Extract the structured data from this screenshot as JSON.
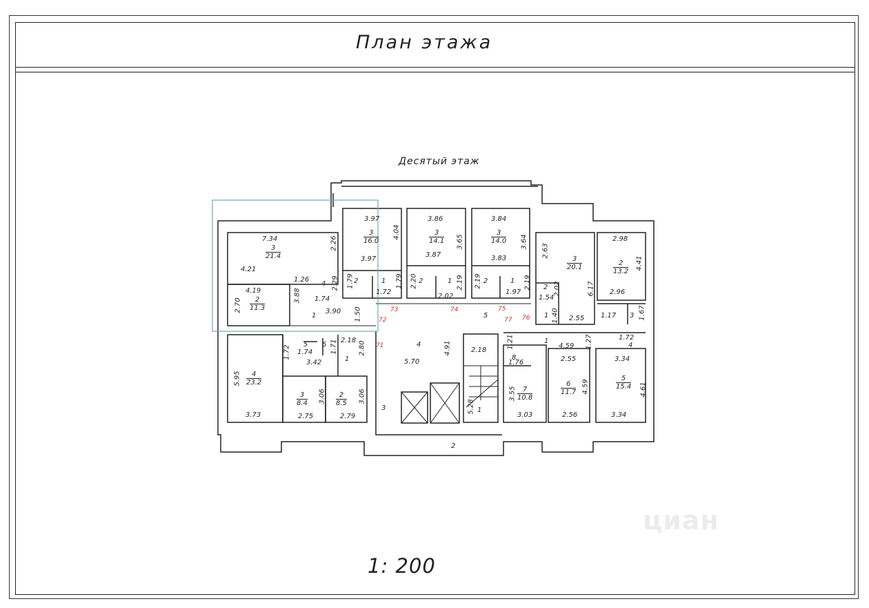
{
  "sheet": {
    "title": "План  этажа",
    "floor_label": "Десятый этаж",
    "scale": "1: 200",
    "watermark": "циан"
  },
  "colors": {
    "line": "#222222",
    "highlight": "#6aa9c2",
    "note": "#c0392b"
  },
  "rooms": [
    {
      "id": "r-nw-3",
      "num": "3",
      "area": "21.4"
    },
    {
      "id": "r-nw-2",
      "num": "2",
      "area": "11.3"
    },
    {
      "id": "r-w-4",
      "num": "4",
      "area": "23.2"
    },
    {
      "id": "r-w-3",
      "num": "3",
      "area": "8.4"
    },
    {
      "id": "r-w-2",
      "num": "2",
      "area": "8.5"
    },
    {
      "id": "r-n1",
      "num": "3",
      "area": "16.0"
    },
    {
      "id": "r-n2",
      "num": "3",
      "area": "14.1"
    },
    {
      "id": "r-n3",
      "num": "3",
      "area": "14.0"
    },
    {
      "id": "r-ne-3",
      "num": "3",
      "area": "20.1"
    },
    {
      "id": "r-ne-2",
      "num": "2",
      "area": "13.2"
    },
    {
      "id": "r-e-7",
      "num": "7",
      "area": "10.8"
    },
    {
      "id": "r-e-6",
      "num": "6",
      "area": "11.7"
    },
    {
      "id": "r-e-5",
      "num": "5",
      "area": "15.4"
    }
  ],
  "dimensions": [
    "7.34",
    "2.26",
    "4.21",
    "1.26",
    "4",
    "2.29",
    "4.19",
    "3.88",
    "1.74",
    "2.70",
    "3.90",
    "1",
    "1.50",
    "3.97",
    "4.04",
    "3.97",
    "2",
    "1",
    "1.79",
    "1.79",
    "1.72",
    "3.86",
    "3.65",
    "3.87",
    "2.20",
    "2",
    "1",
    "2.19",
    "2.02",
    "3.84",
    "3.64",
    "3.83",
    "2.19",
    "2",
    "1",
    "2.19",
    "1.97",
    "2.63",
    "6.17",
    "2",
    "2.02",
    "1.54",
    "1",
    "1.40",
    "2.55",
    "5",
    "2.98",
    "4.41",
    "2.96",
    "1.17",
    "3",
    "1.67",
    "1.72",
    "4",
    "3.34",
    "4.61",
    "3.34",
    "1.21",
    "1",
    "4.59",
    "1.27",
    "8",
    "1.76",
    "2.55",
    "4.59",
    "2.56",
    "3.55",
    "3.03",
    "5.28",
    "1",
    "2.18",
    "4",
    "5.70",
    "4.91",
    "2.18",
    "2.80",
    "1",
    "5",
    "1.74",
    "3.42",
    "6",
    "1.71",
    "1.72",
    "5.95",
    "3.73",
    "3.06",
    "2.75",
    "3.06",
    "2.79",
    "3",
    "2"
  ],
  "notes": [
    "73",
    "74",
    "75",
    "76",
    "77",
    "72",
    "71"
  ]
}
